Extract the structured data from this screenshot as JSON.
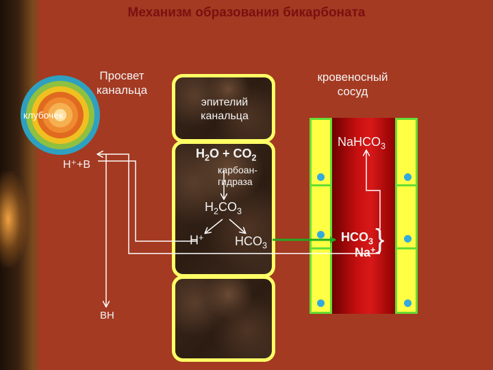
{
  "title": "Механизм образования бикарбоната",
  "labels": {
    "lumen_line1": "Просвет",
    "lumen_line2": "канальца",
    "glomerulus": "клубочек",
    "epithelium_line1": "эпителий",
    "epithelium_line2": "канальца",
    "vessel_line1": "кровеносный",
    "vessel_line2": "сосуд",
    "h_plus_b": "H⁺+B",
    "bh": "BH",
    "carbonic_anhydrase_line1": "карбоан-",
    "carbonic_anhydrase_line2": "гидраза"
  },
  "formulas": {
    "reaction_h": "H",
    "reaction_h2o_sub": "2",
    "reaction_o_plus": "O + CO",
    "reaction_co2_sub": "2",
    "carbonic_h": "H",
    "carbonic_sub2": "2",
    "carbonic_co": "CO",
    "carbonic_sub3": "3",
    "h_plus": "H",
    "plus_sign": "+",
    "bicarbonate": "HCO",
    "bicarbonate_sub": "3",
    "nahco3_main": "NaHCO",
    "nahco3_sub": "3",
    "vessel_hco": "HCO",
    "vessel_hco_sub": "3",
    "vessel_na": "Na",
    "vessel_na_sup": "+",
    "brace": "}"
  },
  "colors": {
    "background": "#a43a22",
    "title": "#7a1010",
    "cell_border": "#ffff66",
    "vessel_wall": "#ffff44",
    "vessel_border": "#66dd33",
    "transport_arrow": "#22aa22",
    "dots": "#33aadd"
  }
}
